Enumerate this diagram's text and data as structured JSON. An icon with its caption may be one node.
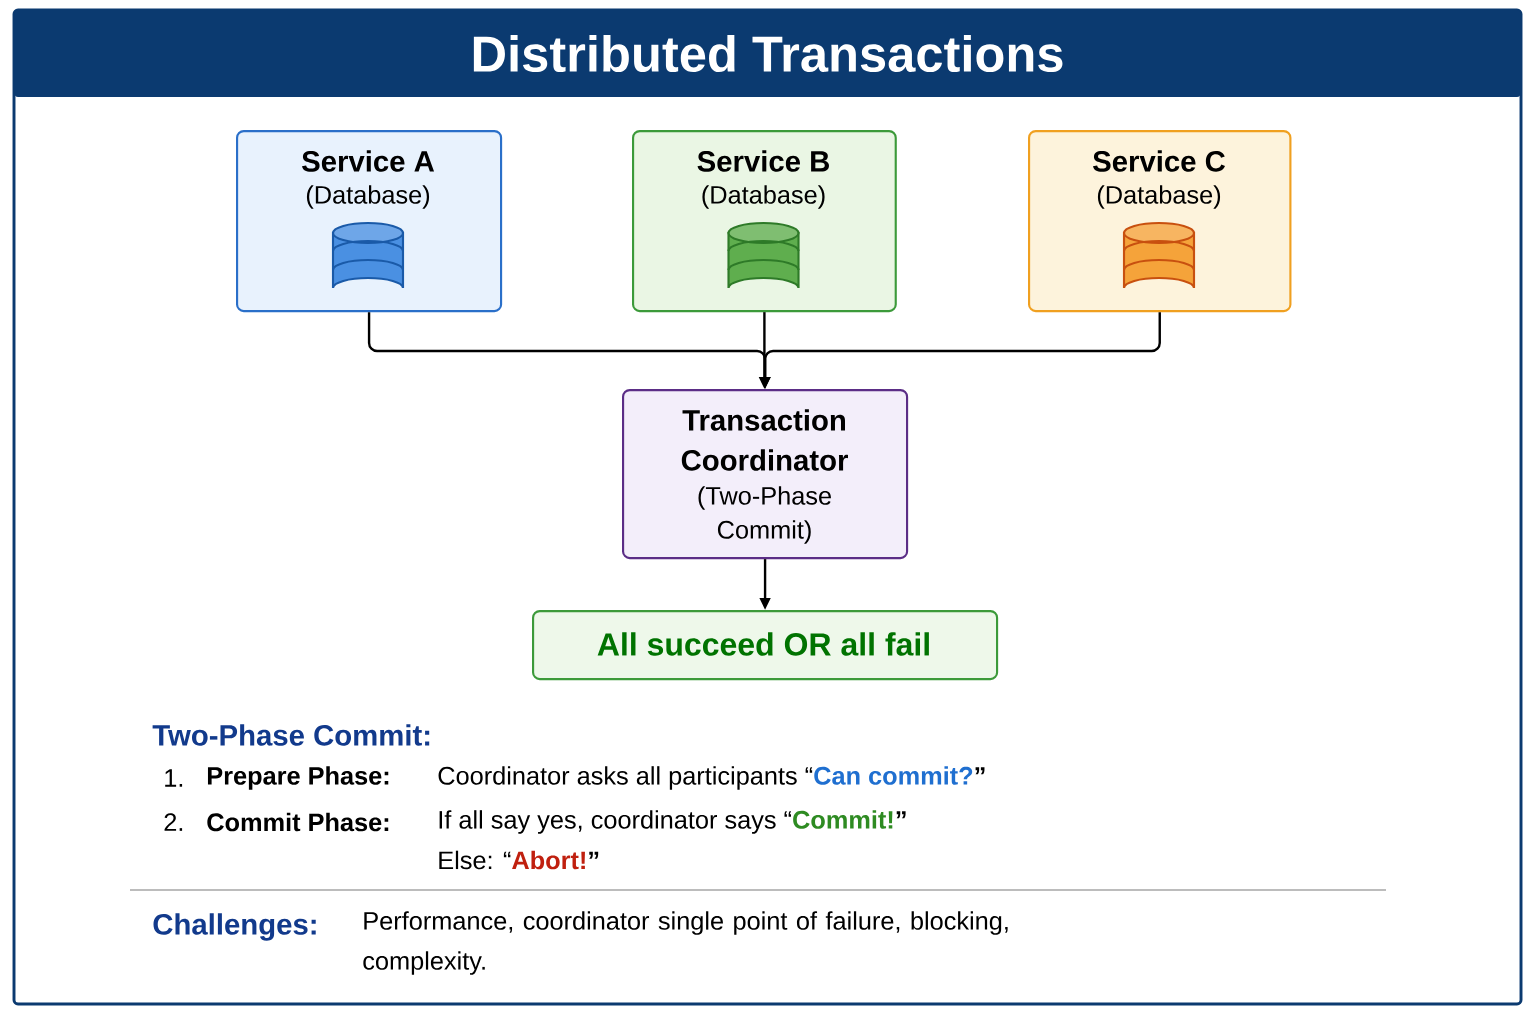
{
  "diagram": {
    "title": "Distributed Transactions",
    "nodes": [
      {
        "text": [
          "Service A",
          "(Database)"
        ]
      },
      {
        "text": [
          "Service B",
          "(Database)"
        ]
      },
      {
        "text": [
          "Service C",
          "(Database)"
        ]
      },
      {
        "text": [
          "Transaction Coordinator",
          "(Two-Phase Commit)"
        ]
      },
      {
        "text": [
          "All succeed OR all fail"
        ]
      }
    ],
    "edges": [
      {
        "from": 0,
        "to": 3,
        "arrow": "to"
      },
      {
        "from": 1,
        "to": 3,
        "arrow": "to"
      },
      {
        "from": 2,
        "to": 3,
        "arrow": "to"
      },
      {
        "from": 3,
        "to": 4,
        "arrow": "to"
      }
    ],
    "labels": [
      "Two-Phase Commit:",
      "1.",
      "Prepare Phase:",
      "Coordinator asks all participants “",
      "Can commit?",
      "”",
      "2.",
      "Commit Phase:",
      "If all say yes, coordinator says “",
      "Commit!",
      "”",
      "Else: “",
      "Abort!",
      "”",
      "Challenges:",
      "Performance, coordinator single point of failure, blocking, complexity."
    ]
  }
}
